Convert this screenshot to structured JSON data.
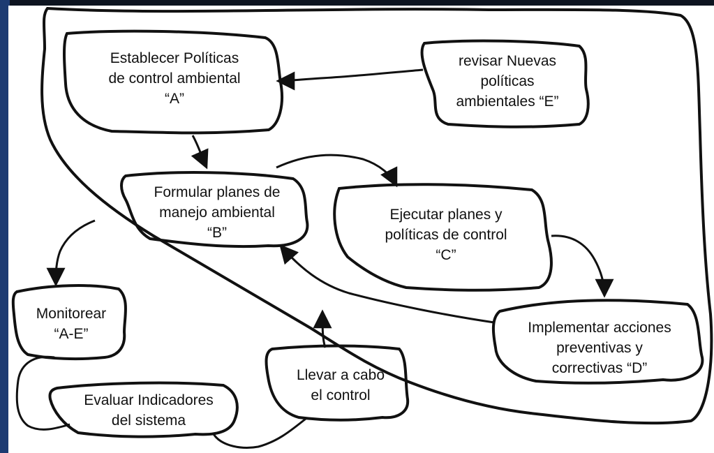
{
  "nodes": {
    "a": {
      "lines": [
        "Establecer Políticas",
        "de control ambiental",
        "“A”"
      ]
    },
    "e": {
      "lines": [
        "revisar Nuevas",
        "políticas",
        "ambientales “E”"
      ]
    },
    "b": {
      "lines": [
        "Formular planes de",
        "manejo ambiental",
        "“B”"
      ]
    },
    "c": {
      "lines": [
        "Ejecutar planes y",
        "políticas de control",
        "“C”"
      ]
    },
    "d": {
      "lines": [
        "Implementar acciones",
        "preventivas y",
        "correctivas “D”"
      ]
    },
    "monitor": {
      "lines": [
        "Monitorear",
        "“A-E”"
      ]
    },
    "evaluar": {
      "lines": [
        "Evaluar Indicadores",
        "del sistema"
      ]
    },
    "llevar": {
      "lines": [
        "Llevar a cabo",
        "el control"
      ]
    }
  },
  "colors": {
    "background": "#0d1420",
    "paper": "#ffffff",
    "ink": "#111111"
  }
}
